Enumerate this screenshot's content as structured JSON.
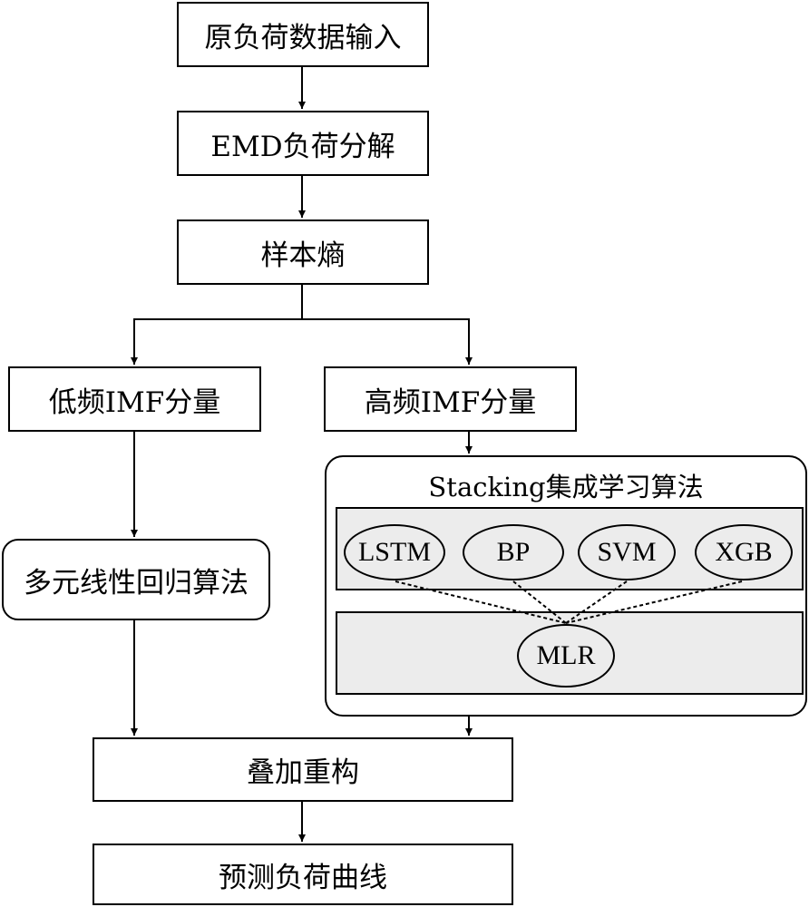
{
  "nodes": {
    "input": "原负荷数据输入",
    "emd": "EMD负荷分解",
    "entropy": "样本熵",
    "low_freq": "低频IMF分量",
    "high_freq": "高频IMF分量",
    "mlr_algorithm": "多元线性回归算法",
    "reconstruct": "叠加重构",
    "output": "预测负荷曲线"
  },
  "ensemble": {
    "title": "Stacking集成学习算法",
    "base_models": [
      "LSTM",
      "BP",
      "SVM",
      "XGB"
    ],
    "meta_model": "MLR"
  }
}
